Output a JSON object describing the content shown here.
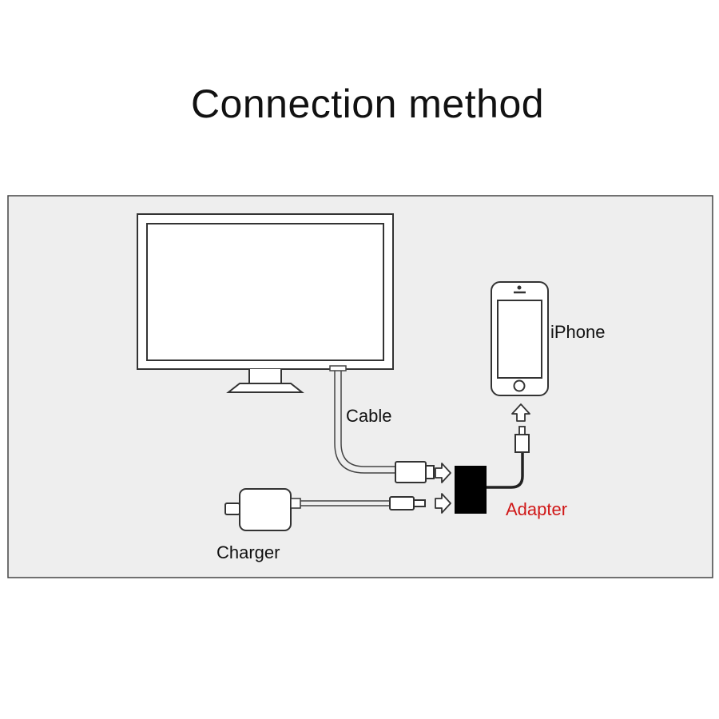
{
  "title": "Connection method",
  "labels": {
    "iphone": "iPhone",
    "cable": "Cable",
    "adapter": "Adapter",
    "charger": "Charger"
  },
  "colors": {
    "panel_fill": "#eeeeee",
    "line": "#333333",
    "adapter_label": "#d01818",
    "text": "#111111"
  }
}
